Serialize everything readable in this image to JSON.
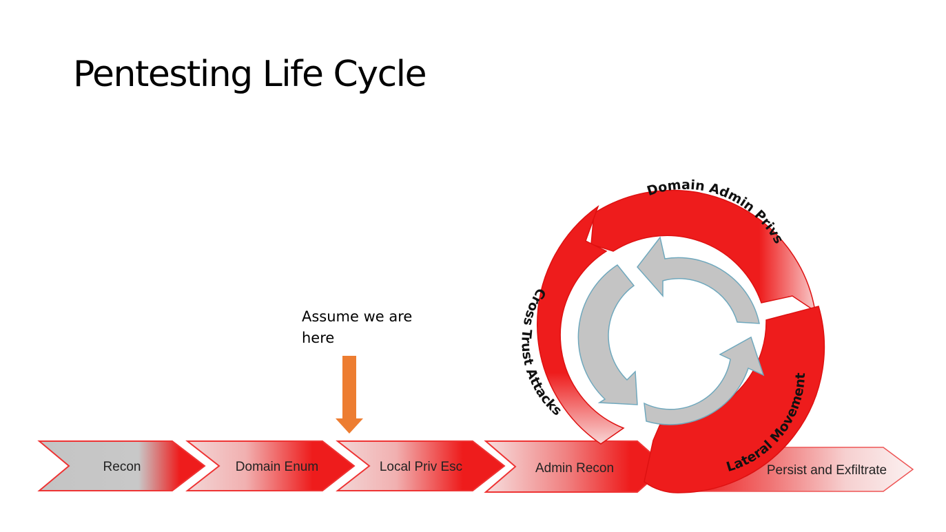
{
  "slide": {
    "title": "Pentesting Life Cycle",
    "callout": "Assume we are here"
  },
  "steps": [
    {
      "label": "Recon"
    },
    {
      "label": "Domain Enum"
    },
    {
      "label": "Local Priv Esc"
    },
    {
      "label": "Admin Recon"
    },
    {
      "label": "Persist and Exfiltrate"
    }
  ],
  "cycle": {
    "labels": [
      "Domain Admin Privs",
      "Cross Trust Attacks",
      "Lateral Movement"
    ]
  },
  "colors": {
    "red": "#ee1c1c",
    "gray": "#c4c4c4",
    "pointer": "#ed7d31",
    "inner_arrow_stroke": "#6fa8bd"
  },
  "icons": {
    "pointer": "down-arrow-icon",
    "cycle": "cycle-arrows-icon"
  }
}
